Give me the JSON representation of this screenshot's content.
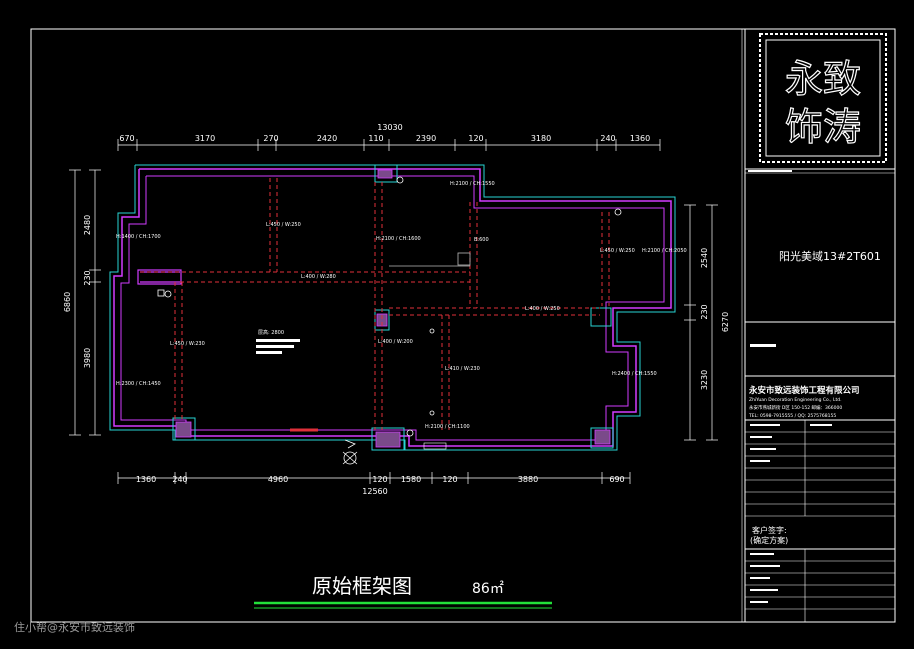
{
  "plan": {
    "title": "原始框架图",
    "area": "86㎡",
    "total_width_top": "13030",
    "total_width_bottom": "12560",
    "top_dims": [
      "670",
      "3170",
      "270",
      "2420",
      "110",
      "2390",
      "120",
      "3180",
      "240",
      "1360"
    ],
    "bottom_dims": [
      "1360",
      "240",
      "4960",
      "120",
      "1580",
      "120",
      "3880",
      "690"
    ],
    "left_dims": [
      "2480",
      "230",
      "3980"
    ],
    "left_total": "6860",
    "right_dims": [
      "2540",
      "230",
      "3230"
    ],
    "right_total": "6270",
    "room_labels": {
      "living": "层高: 2800",
      "beam1": "L:450 / W:250",
      "beam2": "L:400 / W:280",
      "beam3": "L:450 / W:230",
      "beam4": "L:400 / W:250",
      "beam5": "L:450 / W:250",
      "beam6": "L:400 / W:200",
      "beam7": "L:410 / W:230",
      "win1": "H:1400 / CH:1700",
      "win2": "H:2100 / CH:1550",
      "win3": "H:2100 / CH:2050",
      "win4": "H:2100 / CH:1100",
      "win5": "H:2300 / CH:1450",
      "win6": "H:2400 / CH:1550",
      "door1": "H:2100 / CH:1600",
      "door2": "B:600"
    }
  },
  "title_block": {
    "logo_text": "永致 饰 涛",
    "project_name": "阳光美域13#2T601",
    "company_cn": "永安市致远装饰工程有限公司",
    "company_en": "ZhiYuan Decoration Engineering Co., Ltd.",
    "address": "永安市燕城新街 D区 150-152 邮编：366000",
    "phone": "TEL: 0598-7915555 / QQ: 2575768155",
    "client_sign_label": "客户签字:",
    "client_confirm_label": "(确定方案)"
  },
  "watermark": "住小帮@永安市致远装饰"
}
